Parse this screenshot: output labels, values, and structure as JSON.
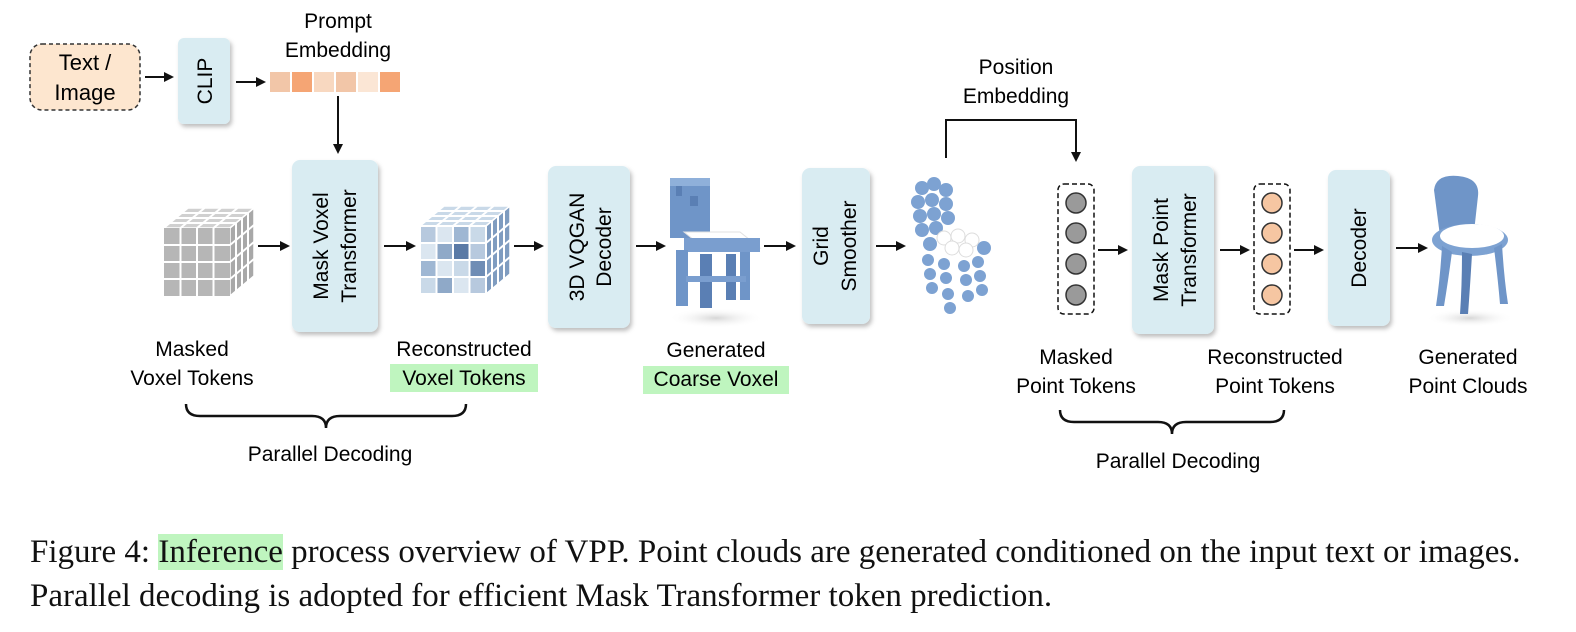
{
  "diagram": {
    "input_label_line1": "Text /",
    "input_label_line2": "Image",
    "clip_label": "CLIP",
    "prompt_label_line1": "Prompt",
    "prompt_label_line2": "Embedding",
    "mvt_label_line1": "Mask Voxel",
    "mvt_label_line2": "Transformer",
    "vqgan_label_line1": "3D VQGAN",
    "vqgan_label_line2": "Decoder",
    "grid_label_line1": "Grid",
    "grid_label_line2": "Smoother",
    "position_label_line1": "Position",
    "position_label_line2": "Embedding",
    "mpt_label_line1": "Mask Point",
    "mpt_label_line2": "Transformer",
    "decoder_label": "Decoder",
    "masked_voxel_line1": "Masked",
    "masked_voxel_line2": "Voxel Tokens",
    "recon_voxel_line1": "Reconstructed",
    "recon_voxel_line2": "Voxel Tokens",
    "generated_voxel_line1": "Generated",
    "generated_voxel_line2": "Coarse Voxel",
    "masked_point_line1": "Masked",
    "masked_point_line2": "Point Tokens",
    "recon_point_line1": "Reconstructed",
    "recon_point_line2": "Point Tokens",
    "generated_pc_line1": "Generated",
    "generated_pc_line2": "Point Clouds",
    "parallel_decoding_left": "Parallel Decoding",
    "parallel_decoding_right": "Parallel Decoding",
    "colors": {
      "module_fill": "#d9ecf2",
      "input_fill": "#fde6cf",
      "highlight": "#bff5bf",
      "voxel_blue": "#6f95c8",
      "masked_token": "#9a9a9a",
      "recon_token": "#f6c6a2"
    }
  },
  "caption": {
    "prefix": "Figure 4: ",
    "highlight": "Inference",
    "rest": " process overview of VPP. Point clouds are generated conditioned on the input text or images. Parallel decoding is adopted for efficient Mask Transformer token prediction."
  }
}
